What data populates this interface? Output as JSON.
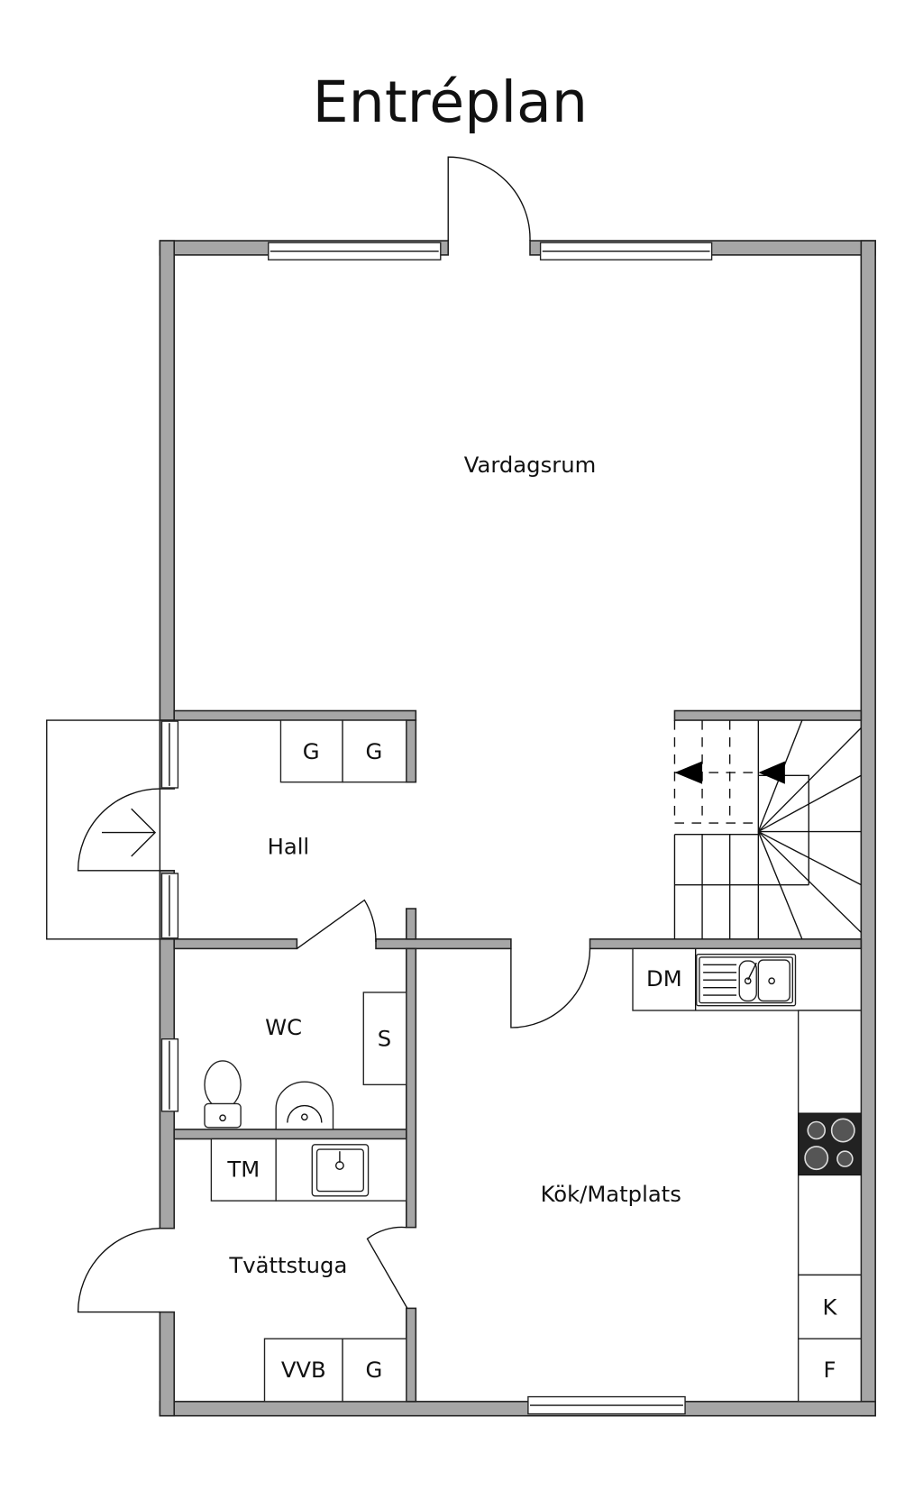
{
  "title": "Entréplan",
  "rooms": {
    "vardagsrum": "Vardagsrum",
    "hall": "Hall",
    "wc": "WC",
    "kok": "Kök/Matplats",
    "tvattstuga": "Tvättstuga"
  },
  "fixtures": {
    "hall_g1": "G",
    "hall_g2": "G",
    "wc_s": "S",
    "dm": "DM",
    "tm": "TM",
    "vvb": "VVB",
    "tvatt_g": "G",
    "k": "K",
    "f": "F"
  },
  "colors": {
    "wall": "#a6a6a6",
    "line": "#111111"
  }
}
